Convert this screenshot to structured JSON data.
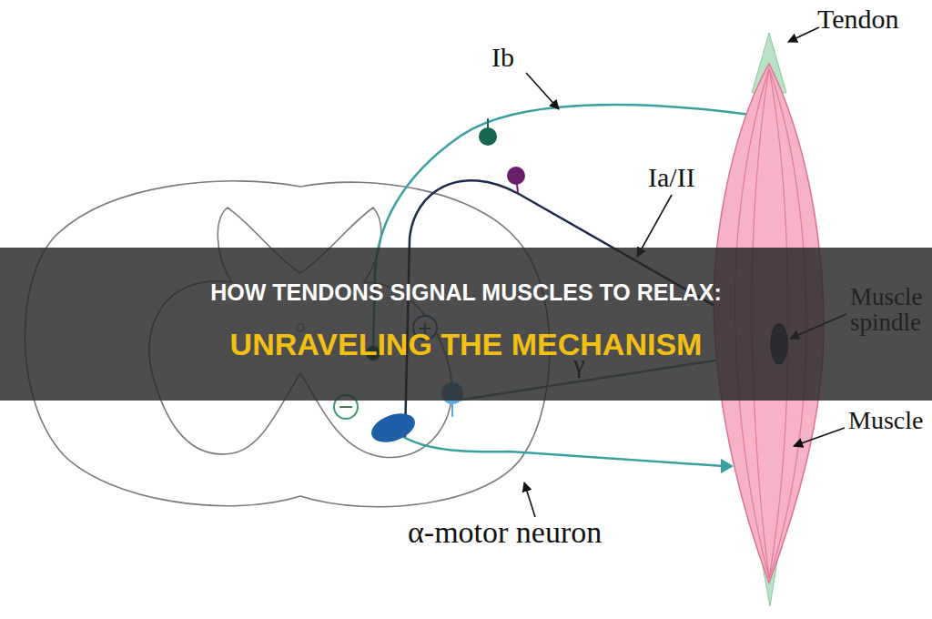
{
  "diagram": {
    "title": "HOW TENDONS SIGNAL MUSCLES TO RELAX:",
    "caption": "UNRAVELING THE MECHANISM",
    "labels": [
      "Ib",
      "Tendon",
      "Ia/II",
      "Muscle spindle",
      "+",
      "γ",
      "−",
      "Muscle",
      "α-motor neuron"
    ]
  }
}
